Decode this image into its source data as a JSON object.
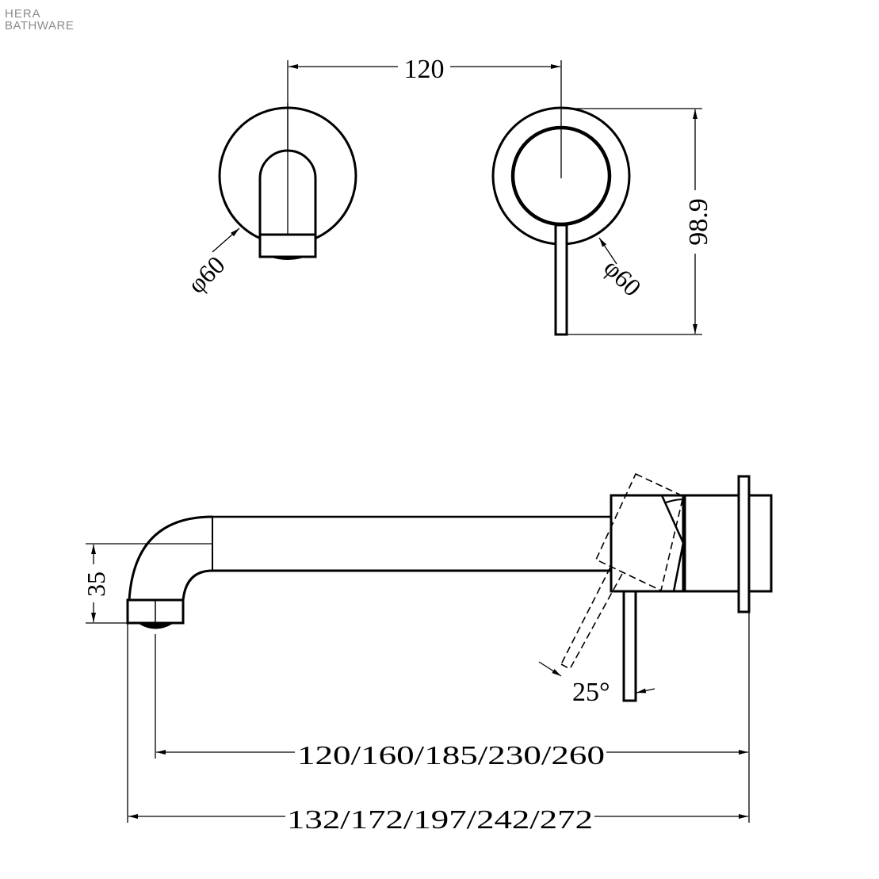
{
  "logo": {
    "line1": "HERA",
    "line2": "BATHWARE",
    "color": "#8a8a8a"
  },
  "front_view": {
    "spacing_dimension": "120",
    "spout_plate_diameter": "φ60",
    "mixer_plate_diameter": "φ60",
    "height_dimension": "98.9"
  },
  "side_view": {
    "spout_height_dimension": "35",
    "lever_rotation_angle": "25°",
    "spout_reach_dimension": "120/160/185/230/260",
    "overall_length_dimension": "132/172/197/242/272"
  },
  "colors": {
    "line": "#000000",
    "background": "#ffffff"
  }
}
